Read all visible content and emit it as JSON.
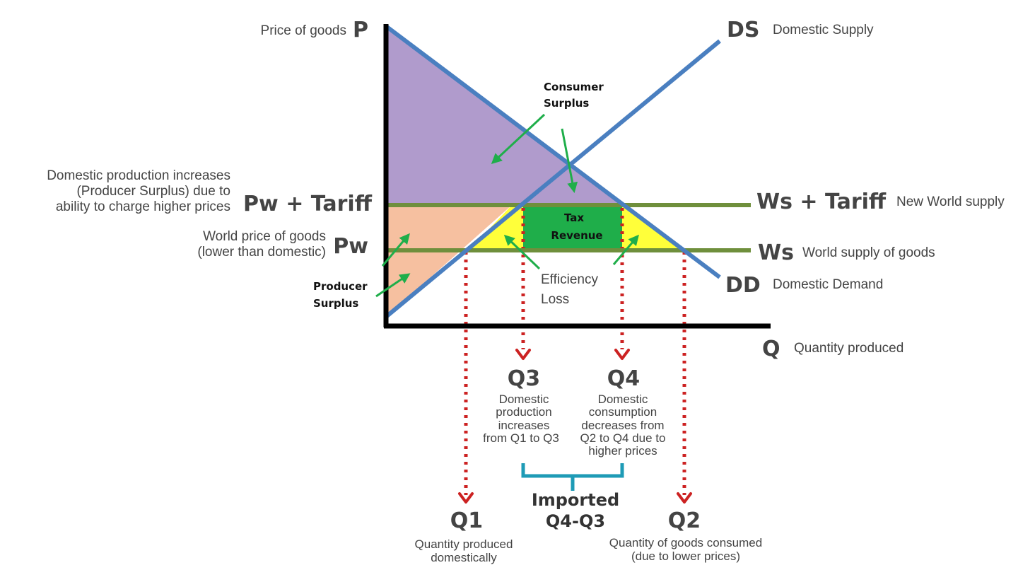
{
  "colors": {
    "curve_blue": "#4a7fc0",
    "world_green": "#6f8f3c",
    "consumer_surplus": "#b09bcc",
    "producer_surplus": "#f6c0a0",
    "efficiency_loss": "#ffff3a",
    "tax_revenue": "#1fae4a",
    "arrow_green": "#1fae4a",
    "dotted_red": "#cc2222",
    "bracket_blue": "#1e9bb6",
    "axis": "#000000"
  },
  "axes": {
    "y_letter": "P",
    "y_label": "Price of goods",
    "x_letter": "Q",
    "x_label": "Quantity produced"
  },
  "curves": {
    "ds_code": "DS",
    "ds_label": "Domestic Supply",
    "dd_code": "DD",
    "dd_label": "Domestic Demand",
    "ws_tariff_code": "Ws + Tariff",
    "ws_tariff_label": "New World supply",
    "ws_code": "Ws",
    "ws_label": "World supply of goods"
  },
  "prices": {
    "pw_tariff_code": "Pw + Tariff",
    "pw_tariff_desc": [
      "Domestic production increases",
      "(Producer Surplus) due to",
      "ability to charge higher prices"
    ],
    "pw_code": "Pw",
    "pw_desc": [
      "World price of goods",
      "(lower than domestic)"
    ]
  },
  "regions": {
    "consumer_surplus": [
      "Consumer",
      "Surplus"
    ],
    "producer_surplus": [
      "Producer",
      "Surplus"
    ],
    "tax_revenue": [
      "Tax",
      "Revenue"
    ],
    "efficiency_loss": [
      "Efficiency",
      "Loss"
    ]
  },
  "quantities": {
    "q1_code": "Q1",
    "q1_desc": [
      "Quantity produced",
      "domestically"
    ],
    "q2_code": "Q2",
    "q2_desc": [
      "Quantity of goods consumed",
      "(due to lower prices)"
    ],
    "q3_code": "Q3",
    "q3_desc": [
      "Domestic",
      "production",
      "increases",
      "from Q1 to Q3"
    ],
    "q4_code": "Q4",
    "q4_desc": [
      "Domestic",
      "consumption",
      "decreases from",
      "Q2 to Q4 due to",
      "higher prices"
    ]
  },
  "imported": [
    "Imported",
    "Q4-Q3"
  ]
}
